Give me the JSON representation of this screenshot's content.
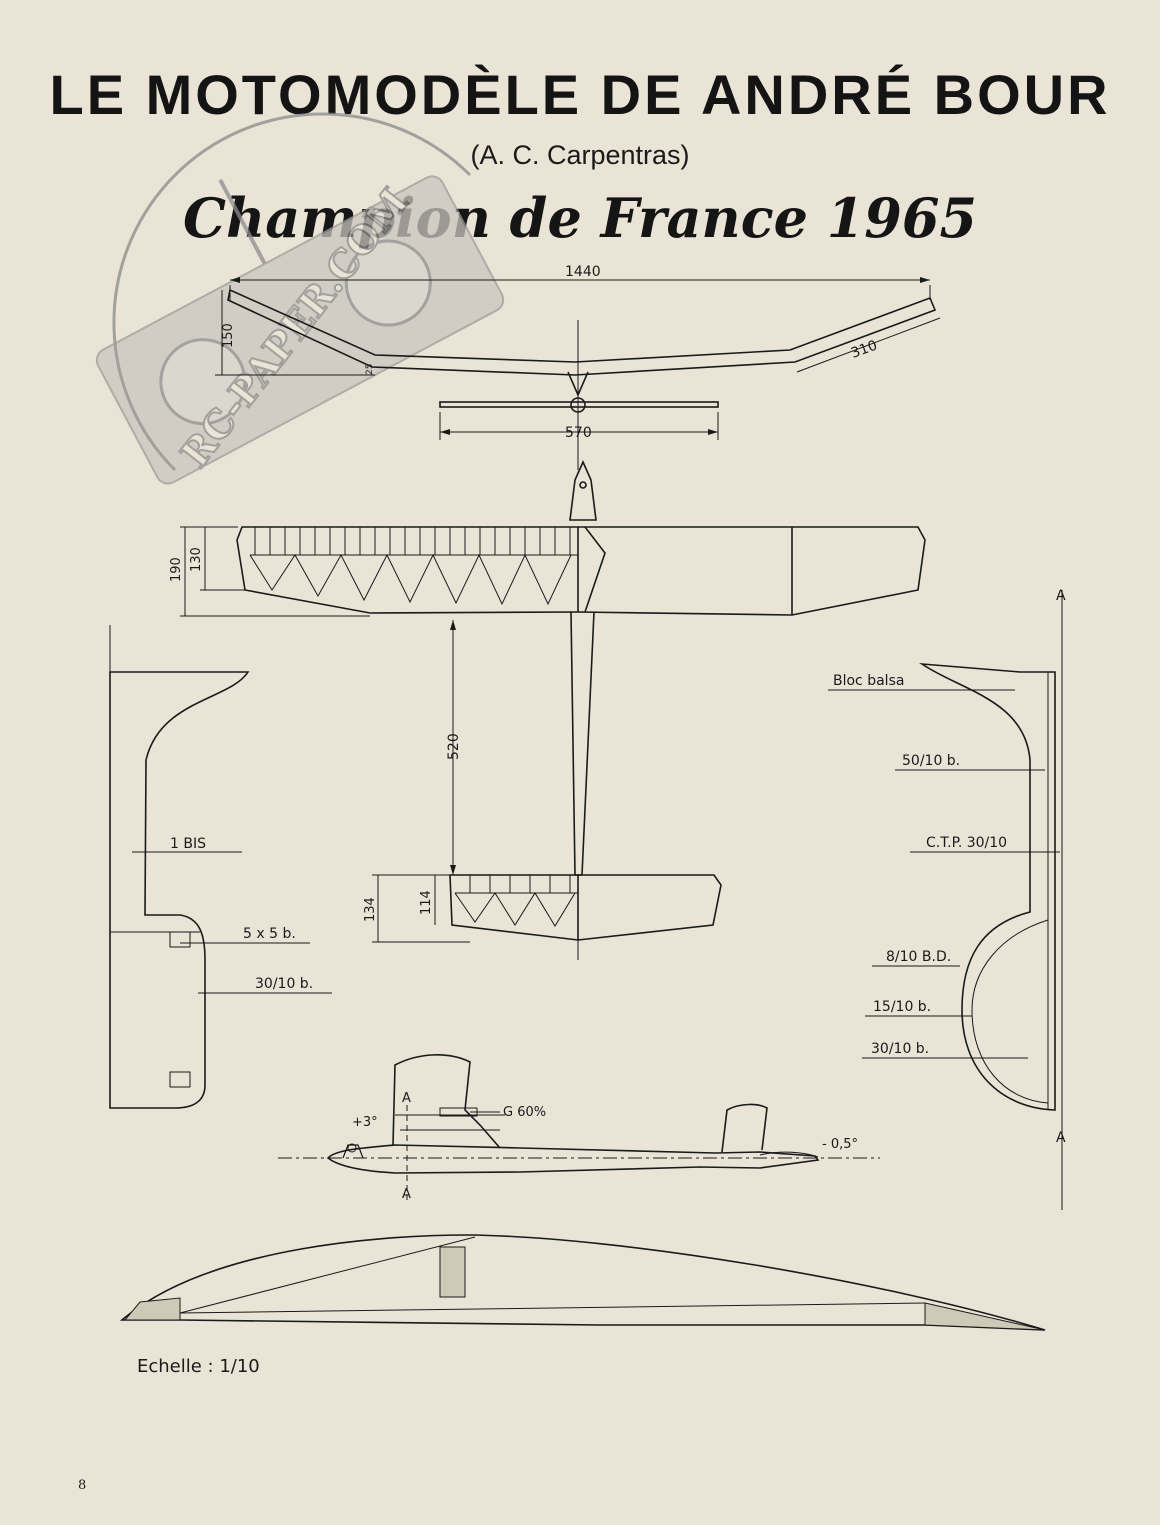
{
  "header": {
    "title": "LE MOTOMODÈLE DE ANDRÉ BOUR",
    "subtitle": "(A. C. Carpentras)",
    "headline": "Champion de France 1965"
  },
  "watermark": {
    "text": "RC-PAPER.COM"
  },
  "dimensions": {
    "span": "1440",
    "dihedral_height": "150",
    "tip_panel": "310",
    "center_step": "25",
    "stab_span": "570",
    "wing_chord_root": "190",
    "wing_chord_mid": "130",
    "tail_moment": "520",
    "stab_chord_outer": "134",
    "stab_chord_inner": "114"
  },
  "fin_left_labels": {
    "section": "1 BIS",
    "spar": "5 x 5 b.",
    "plank": "30/10 b."
  },
  "fin_right_labels": {
    "block": "Bloc balsa",
    "sheet_50": "50/10 b.",
    "ply": "C.T.P. 30/10",
    "bd": "8/10 B.D.",
    "sheet_15": "15/10 b.",
    "sheet_30": "30/10 b."
  },
  "section_marks": {
    "a_top": "A",
    "a_bottom": "A"
  },
  "side_view": {
    "incidence_wing": "+3°",
    "profile": "G 60%",
    "incidence_stab": "- 0,5°",
    "section_a": "A"
  },
  "footer": {
    "scale": "Echelle : 1/10",
    "page_number": "8"
  }
}
